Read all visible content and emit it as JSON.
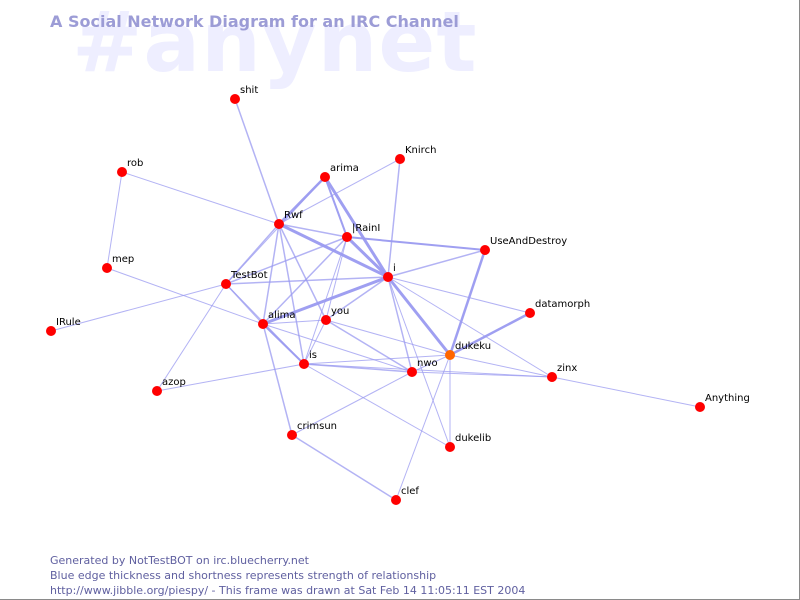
{
  "watermark": "#anynet",
  "title": "A Social Network Diagram for an IRC Channel",
  "footer": {
    "line1": "Generated by NotTestBOT on irc.bluecherry.net",
    "line2": "Blue edge thickness and shortness represents strength of relationship",
    "line3": "http://www.jibble.org/piespy/ - This frame was drawn at Sat Feb 14 11:05:11 EST 2004"
  },
  "colors": {
    "node": "#ff0000",
    "node_active": "#ff6600",
    "edge": "#9a9af0",
    "title": "#9c9cd6",
    "watermark": "#eeeeff",
    "footer": "#6060a0"
  },
  "nodes": [
    {
      "id": "shit",
      "label": "shit"
    },
    {
      "id": "Knirch",
      "label": "Knirch"
    },
    {
      "id": "rob",
      "label": "rob"
    },
    {
      "id": "arima",
      "label": "arima"
    },
    {
      "id": "Rwf",
      "label": "Rwf"
    },
    {
      "id": "IRainI",
      "label": "|RainI"
    },
    {
      "id": "UseAndDestroy",
      "label": "UseAndDestroy"
    },
    {
      "id": "mep",
      "label": "mep"
    },
    {
      "id": "i",
      "label": "i"
    },
    {
      "id": "TestBot",
      "label": "TestBot"
    },
    {
      "id": "datamorph",
      "label": "datamorph"
    },
    {
      "id": "IRule",
      "label": "IRule"
    },
    {
      "id": "alima",
      "label": "alima"
    },
    {
      "id": "you",
      "label": "you"
    },
    {
      "id": "dukeku",
      "label": "dukeku",
      "active": true
    },
    {
      "id": "is",
      "label": "is"
    },
    {
      "id": "nwo",
      "label": "nwo"
    },
    {
      "id": "zinx",
      "label": "zinx"
    },
    {
      "id": "azop",
      "label": "azop"
    },
    {
      "id": "Anything",
      "label": "Anything"
    },
    {
      "id": "crimsun",
      "label": "crimsun"
    },
    {
      "id": "dukelib",
      "label": "dukelib"
    },
    {
      "id": "clef",
      "label": "clef"
    }
  ],
  "edges": [
    {
      "source": "shit",
      "target": "Rwf",
      "weight": 1.5
    },
    {
      "source": "rob",
      "target": "Rwf",
      "weight": 1
    },
    {
      "source": "rob",
      "target": "mep",
      "weight": 1
    },
    {
      "source": "mep",
      "target": "alima",
      "weight": 1
    },
    {
      "source": "Knirch",
      "target": "i",
      "weight": 1.5
    },
    {
      "source": "Knirch",
      "target": "Rwf",
      "weight": 1
    },
    {
      "source": "arima",
      "target": "Rwf",
      "weight": 2.5
    },
    {
      "source": "arima",
      "target": "IRainI",
      "weight": 2
    },
    {
      "source": "arima",
      "target": "i",
      "weight": 3
    },
    {
      "source": "arima",
      "target": "TestBot",
      "weight": 1
    },
    {
      "source": "Rwf",
      "target": "i",
      "weight": 3
    },
    {
      "source": "Rwf",
      "target": "IRainI",
      "weight": 1.5
    },
    {
      "source": "Rwf",
      "target": "TestBot",
      "weight": 1.5
    },
    {
      "source": "Rwf",
      "target": "alima",
      "weight": 1.5
    },
    {
      "source": "Rwf",
      "target": "is",
      "weight": 1.5
    },
    {
      "source": "Rwf",
      "target": "you",
      "weight": 1.5
    },
    {
      "source": "IRainI",
      "target": "i",
      "weight": 3
    },
    {
      "source": "IRainI",
      "target": "UseAndDestroy",
      "weight": 2
    },
    {
      "source": "IRainI",
      "target": "alima",
      "weight": 1.5
    },
    {
      "source": "IRainI",
      "target": "TestBot",
      "weight": 1.5
    },
    {
      "source": "IRainI",
      "target": "you",
      "weight": 1
    },
    {
      "source": "IRainI",
      "target": "is",
      "weight": 1
    },
    {
      "source": "i",
      "target": "UseAndDestroy",
      "weight": 1.5
    },
    {
      "source": "i",
      "target": "TestBot",
      "weight": 1.5
    },
    {
      "source": "i",
      "target": "alima",
      "weight": 3
    },
    {
      "source": "i",
      "target": "you",
      "weight": 1.5
    },
    {
      "source": "i",
      "target": "nwo",
      "weight": 1.5
    },
    {
      "source": "i",
      "target": "dukeku",
      "weight": 3
    },
    {
      "source": "i",
      "target": "datamorph",
      "weight": 1
    },
    {
      "source": "i",
      "target": "zinx",
      "weight": 1
    },
    {
      "source": "i",
      "target": "dukelib",
      "weight": 1
    },
    {
      "source": "UseAndDestroy",
      "target": "dukeku",
      "weight": 2.5
    },
    {
      "source": "datamorph",
      "target": "dukeku",
      "weight": 2.5
    },
    {
      "source": "TestBot",
      "target": "alima",
      "weight": 1.5
    },
    {
      "source": "TestBot",
      "target": "is",
      "weight": 1
    },
    {
      "source": "TestBot",
      "target": "IRule",
      "weight": 1
    },
    {
      "source": "TestBot",
      "target": "azop",
      "weight": 1
    },
    {
      "source": "alima",
      "target": "is",
      "weight": 2
    },
    {
      "source": "alima",
      "target": "crimsun",
      "weight": 1.5
    },
    {
      "source": "alima",
      "target": "nwo",
      "weight": 1
    },
    {
      "source": "alima",
      "target": "you",
      "weight": 1
    },
    {
      "source": "you",
      "target": "nwo",
      "weight": 1.5
    },
    {
      "source": "you",
      "target": "dukeku",
      "weight": 1
    },
    {
      "source": "you",
      "target": "is",
      "weight": 1
    },
    {
      "source": "is",
      "target": "nwo",
      "weight": 1.5
    },
    {
      "source": "is",
      "target": "dukelib",
      "weight": 1
    },
    {
      "source": "is",
      "target": "zinx",
      "weight": 1
    },
    {
      "source": "is",
      "target": "azop",
      "weight": 1
    },
    {
      "source": "is",
      "target": "dukeku",
      "weight": 1
    },
    {
      "source": "nwo",
      "target": "zinx",
      "weight": 1
    },
    {
      "source": "nwo",
      "target": "dukeku",
      "weight": 1
    },
    {
      "source": "nwo",
      "target": "crimsun",
      "weight": 1
    },
    {
      "source": "dukeku",
      "target": "zinx",
      "weight": 1
    },
    {
      "source": "dukeku",
      "target": "dukelib",
      "weight": 1
    },
    {
      "source": "dukeku",
      "target": "clef",
      "weight": 1
    },
    {
      "source": "zinx",
      "target": "Anything",
      "weight": 1
    },
    {
      "source": "crimsun",
      "target": "clef",
      "weight": 1.5
    }
  ]
}
